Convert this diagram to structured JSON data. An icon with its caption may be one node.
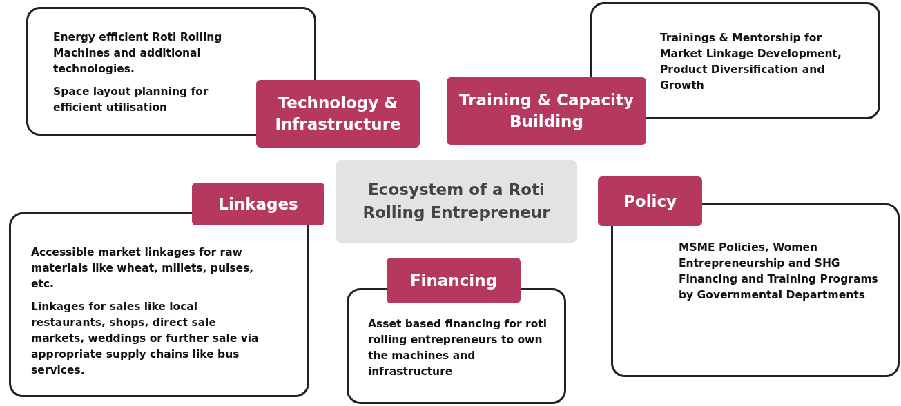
{
  "diagram": {
    "nodes": [
      {
        "text": [
          "Ecosystem of a Roti Rolling Entrepreneur"
        ]
      },
      {
        "text": [
          "Energy efficient Roti Rolling Machines and additional technologies.",
          "Space layout planning for efficient utilisation"
        ]
      },
      {
        "text": [
          "Technology & Infrastructure"
        ]
      },
      {
        "text": [
          "Trainings & Mentorship for Market Linkage Development, Product Diversification and Growth"
        ]
      },
      {
        "text": [
          "Training & Capacity Building"
        ]
      },
      {
        "text": [
          "Linkages"
        ]
      },
      {
        "text": [
          "Accessible market linkages for raw materials like wheat, millets, pulses, etc.",
          "Linkages for sales like local restaurants, shops, direct sale markets, weddings or further sale via appropriate supply chains like bus services."
        ]
      },
      {
        "text": [
          "Policy"
        ]
      },
      {
        "text": [
          "MSME Policies, Women Entrepreneurship and SHG Financing and Training Programs by Governmental Departments"
        ]
      },
      {
        "text": [
          "Financing"
        ]
      },
      {
        "text": [
          "Asset based financing for roti rolling entrepreneurs to own the machines and infrastructure"
        ]
      }
    ],
    "edges": []
  }
}
